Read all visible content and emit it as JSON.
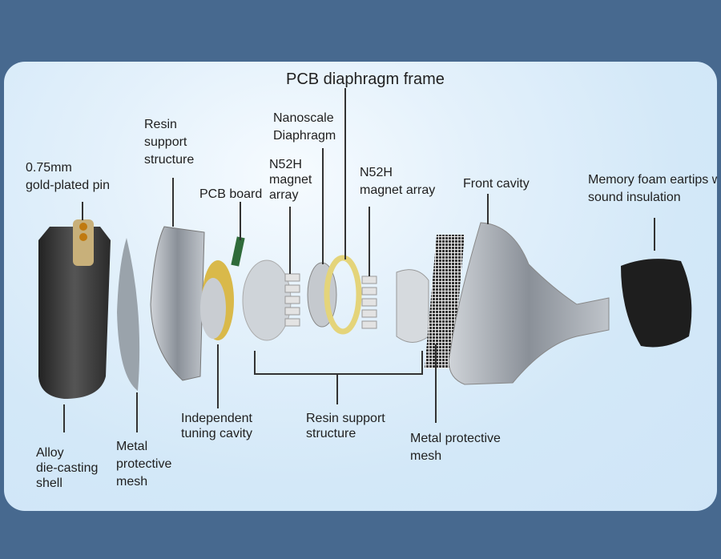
{
  "labels": {
    "gold_pin": "0.75mm\ngold-plated pin",
    "resin_top": "Resin\nsupport\nstructure",
    "pcb_board": "PCB board",
    "magnet_left": "N52H\nmagnet\narray",
    "nano_diaphragm": "Nanoscale\nDiaphragm",
    "pcb_frame": "PCB diaphragm frame",
    "magnet_right": "N52H\nmagnet array",
    "front_cavity": "Front cavity",
    "memory_foam": "Memory foam eartips with\nsound insulation",
    "shell": "Alloy\ndie-casting\nshell",
    "mesh_left": "Metal\nprotective\nmesh",
    "tuning_cavity": "Independent\ntuning cavity",
    "resin_bottom": "Resin support\nstructure",
    "mesh_right": "Metal protective\nmesh"
  },
  "colors": {
    "background": "#47698f",
    "panel": "#d8eaf8",
    "text": "#1f1f1f",
    "line": "#333333"
  }
}
